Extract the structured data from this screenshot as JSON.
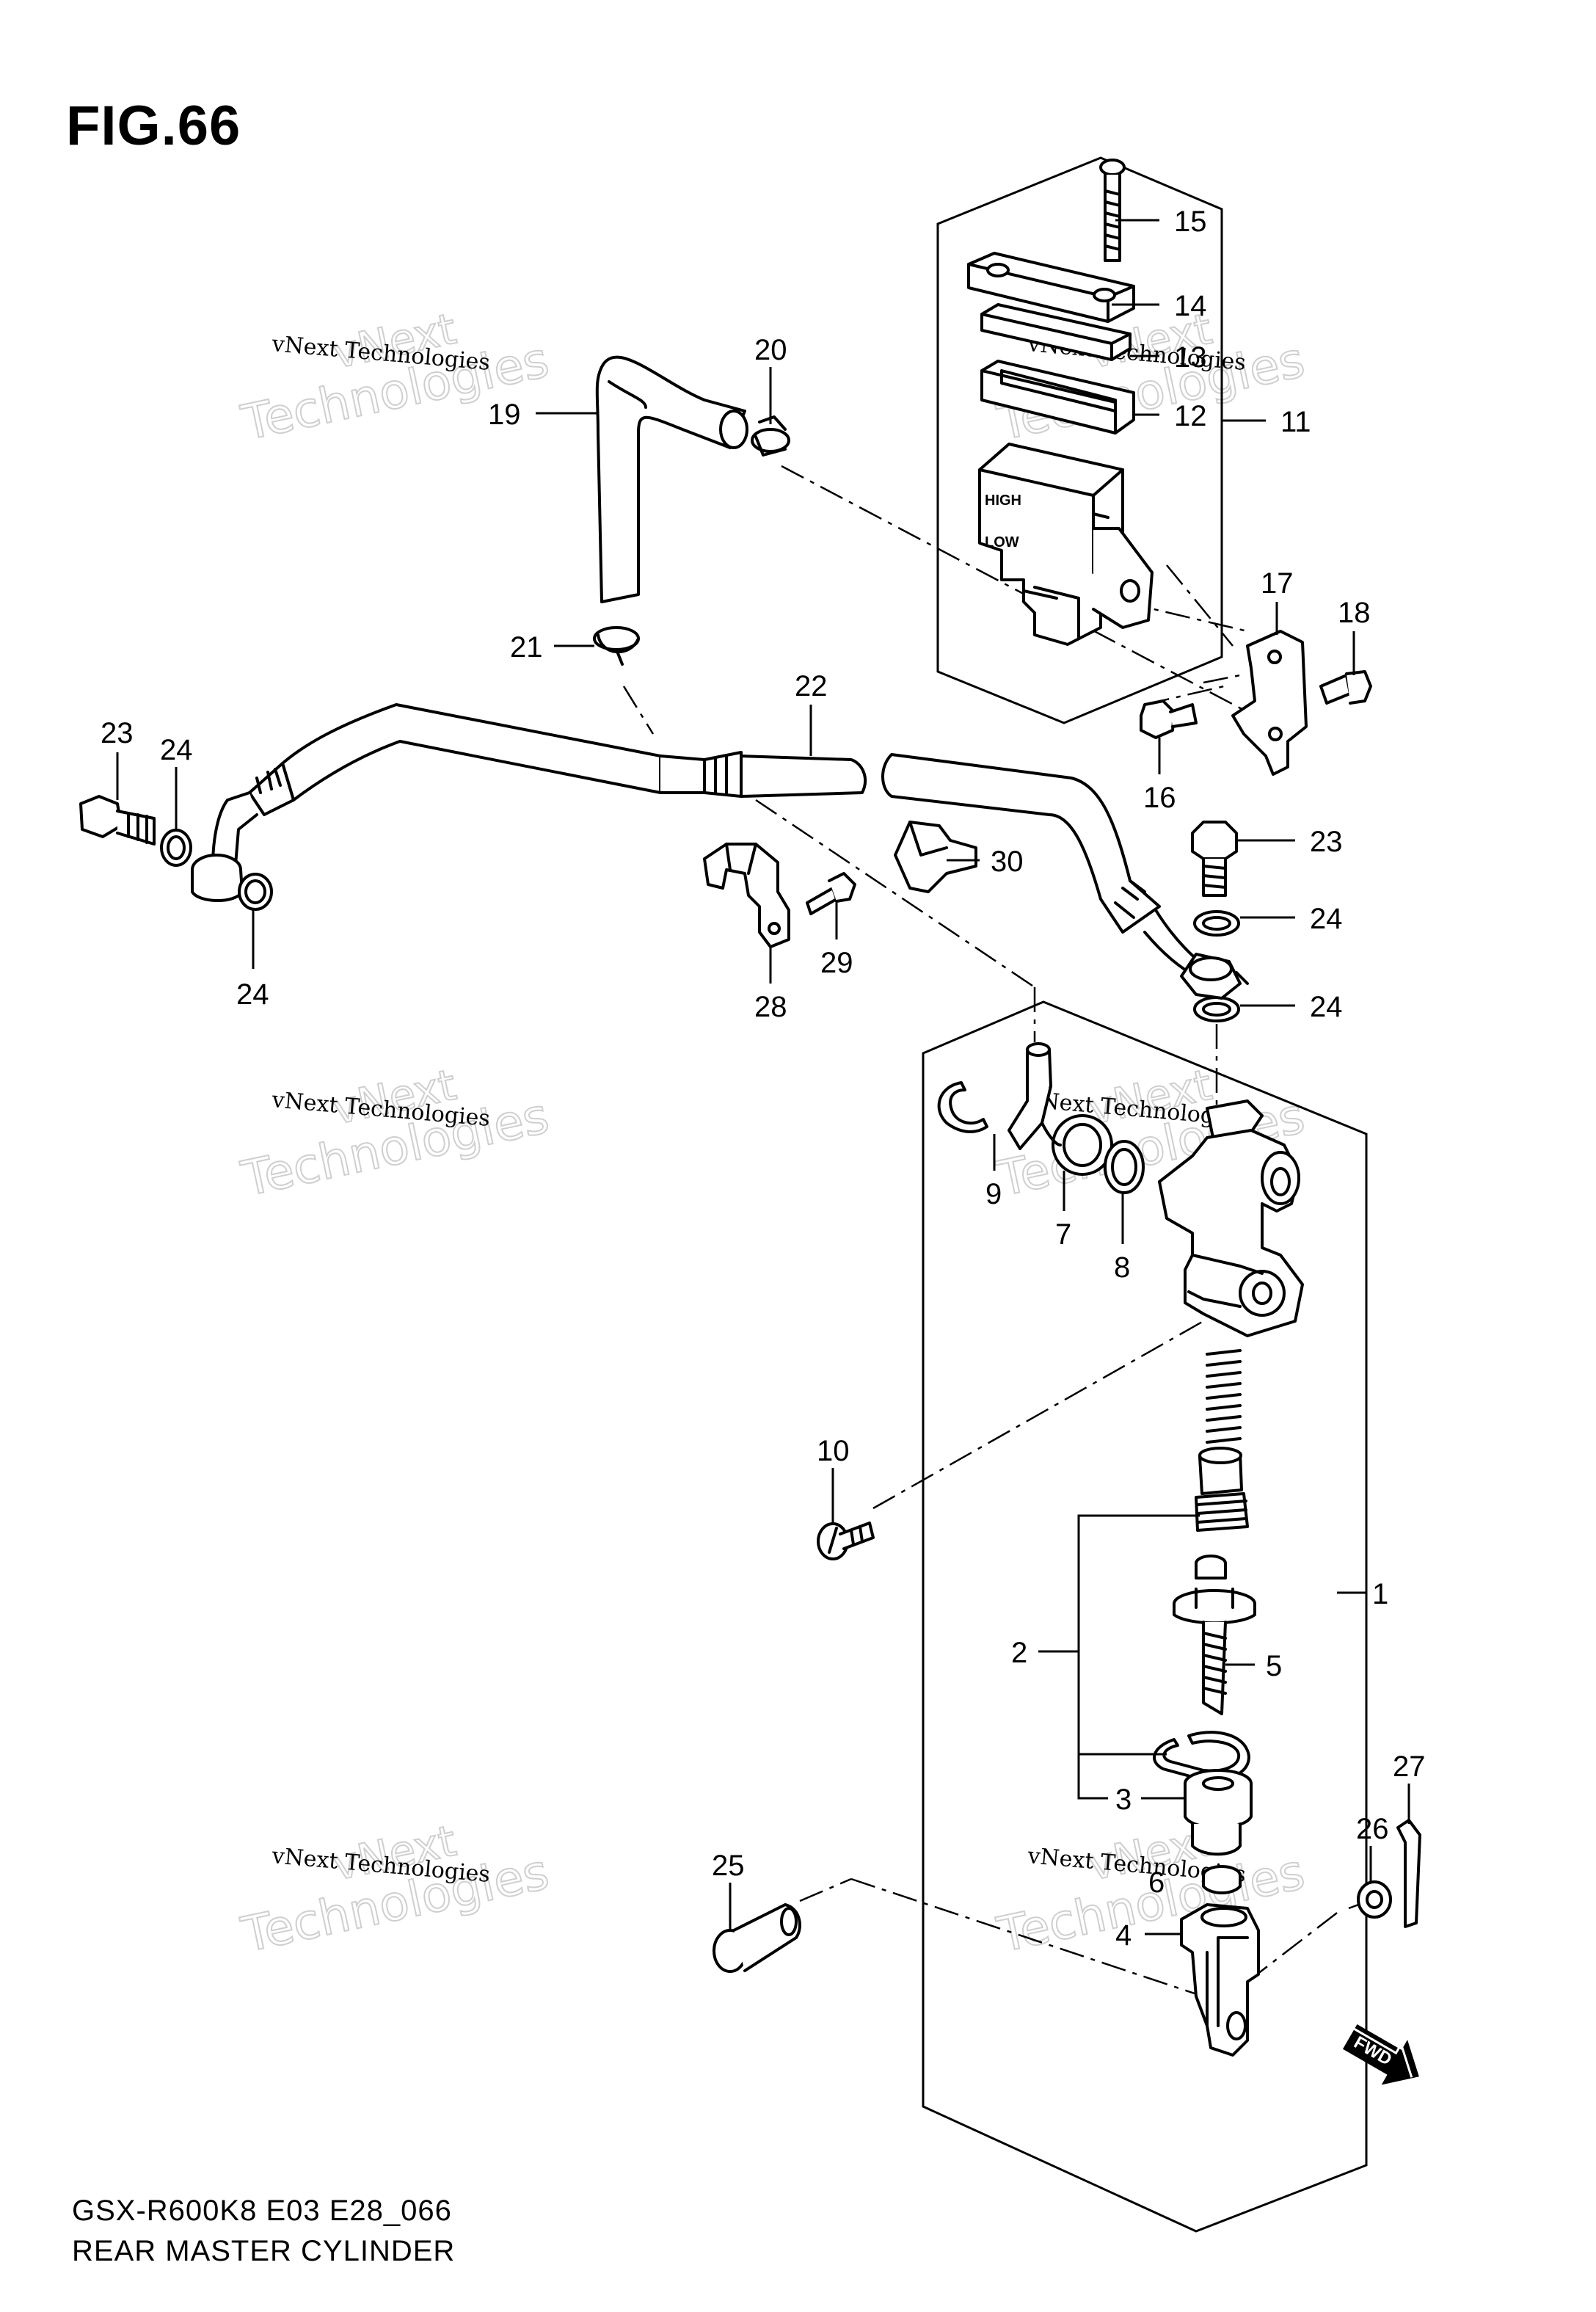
{
  "figure": {
    "title": "FIG.66",
    "model_code": "GSX-R600K8 E03 E28_066",
    "assembly_name": "REAR MASTER CYLINDER",
    "reservoir_marks": [
      "HIGH",
      "LOW"
    ],
    "fwd_label": "FWD",
    "icons": [
      "fwd-arrow-icon"
    ]
  },
  "watermark": {
    "line1": "vNext",
    "line2": "Technologies",
    "small": "vNext Technologies"
  },
  "callouts": [
    "1",
    "2",
    "3",
    "4",
    "5",
    "6",
    "7",
    "8",
    "9",
    "10",
    "11",
    "12",
    "13",
    "14",
    "15",
    "16",
    "17",
    "18",
    "19",
    "20",
    "21",
    "22",
    "23",
    "23",
    "24",
    "24",
    "24",
    "24",
    "25",
    "26",
    "27",
    "28",
    "29",
    "30"
  ]
}
